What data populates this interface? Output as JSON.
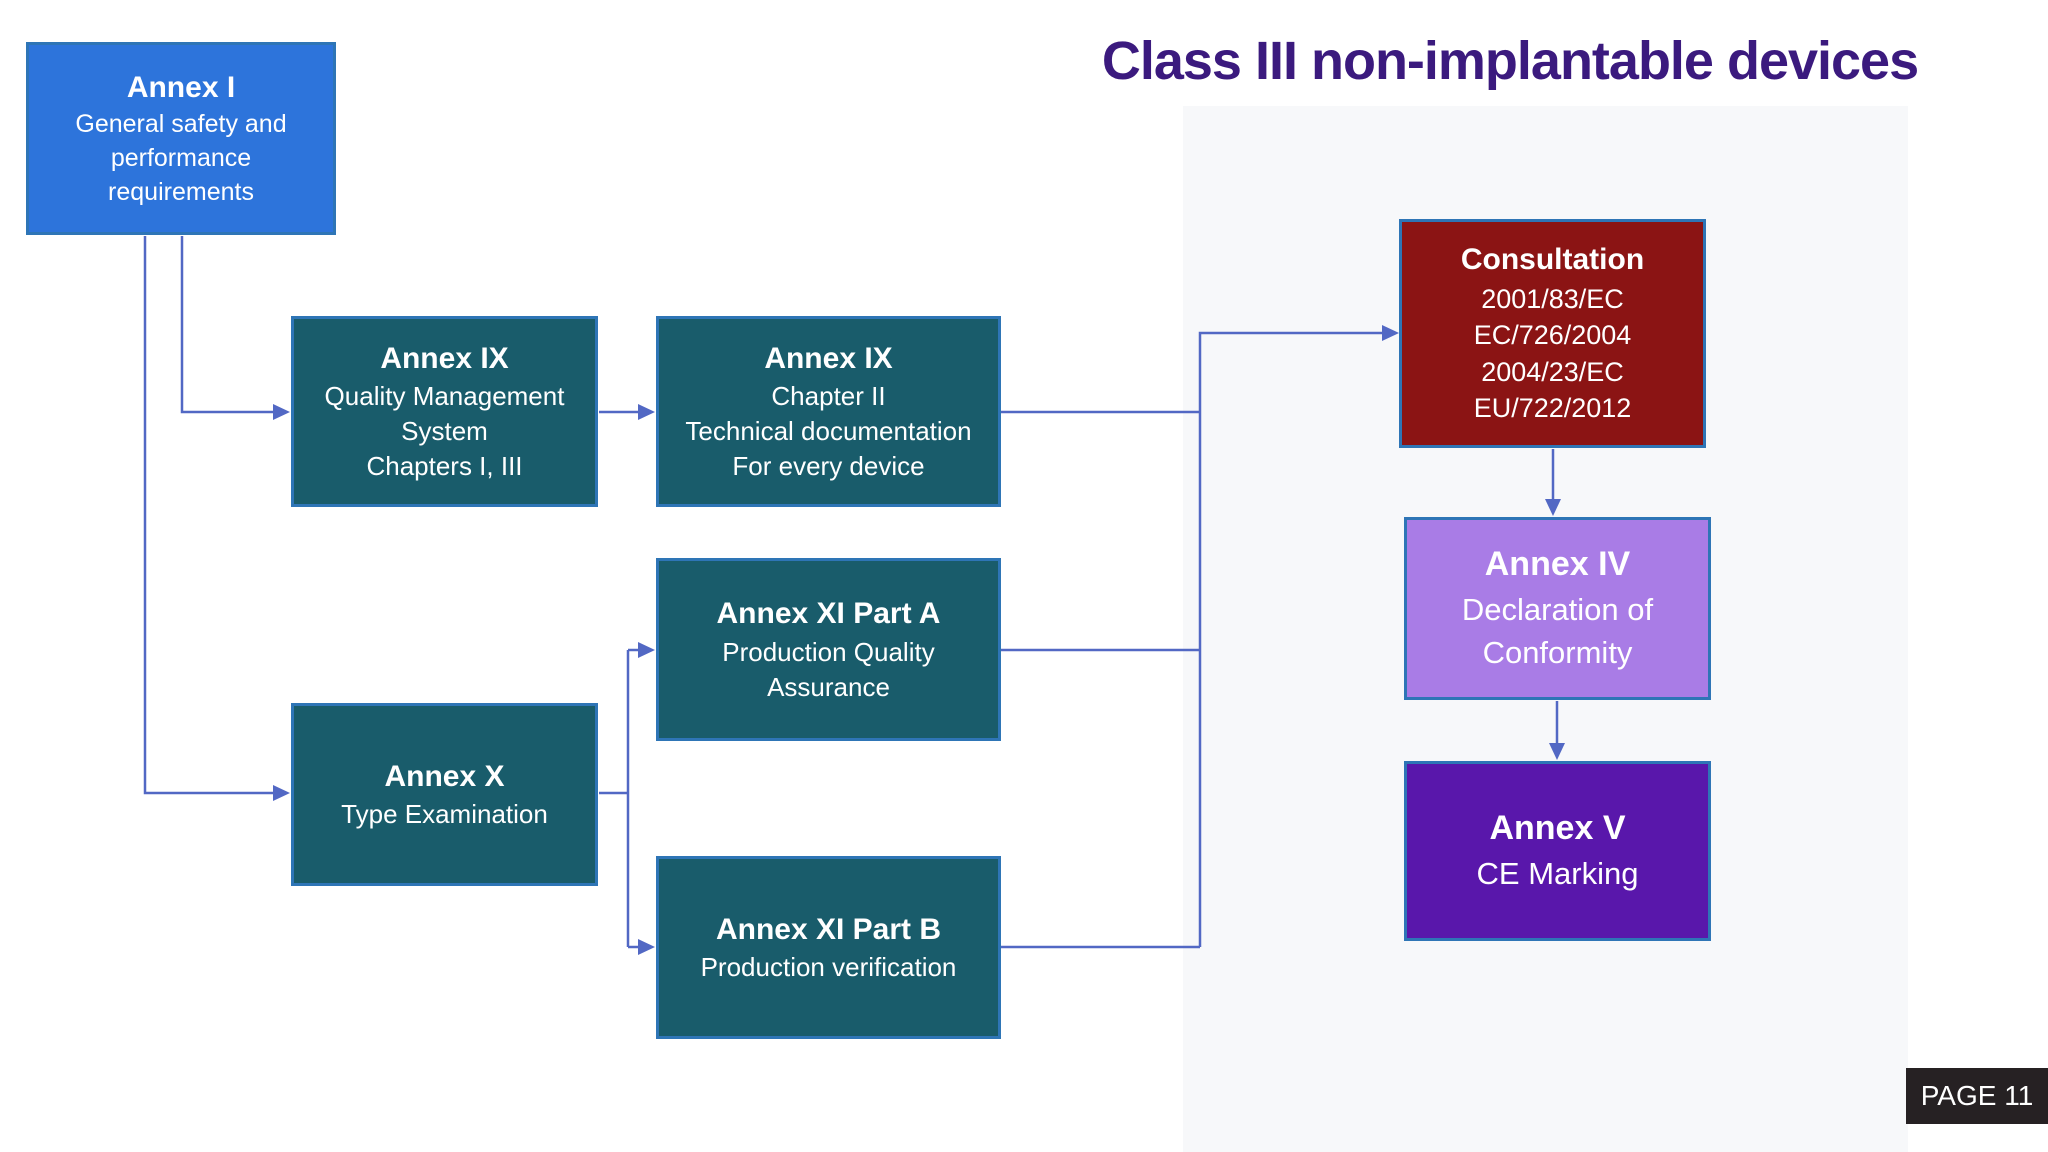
{
  "slide": {
    "title": "Class III non-implantable devices",
    "title_color": "#3B1A7E",
    "page_label": "PAGE 11"
  },
  "palette": {
    "blue_box": "#2D74DB",
    "teal_box": "#195C6B",
    "red_box": "#8B1414",
    "light_purple_box": "#A97CE6",
    "purple_box": "#5917AB",
    "box_border": "#2E75B6",
    "connector": "#5268C4"
  },
  "boxes": [
    {
      "id": "annex-i",
      "title": "Annex I",
      "body": "General safety and\nperformance\nrequirements",
      "bg": "#2D74DB"
    },
    {
      "id": "annex-ix-qms",
      "title": "Annex IX",
      "body": "Quality Management\nSystem\nChapters I, III",
      "bg": "#195C6B"
    },
    {
      "id": "annex-ix-ch2",
      "title": "Annex IX",
      "body": "Chapter II\nTechnical documentation\nFor every device",
      "bg": "#195C6B"
    },
    {
      "id": "annex-xi-a",
      "title": "Annex XI Part A",
      "body": "Production Quality\nAssurance",
      "bg": "#195C6B"
    },
    {
      "id": "annex-x",
      "title": "Annex X",
      "body": "Type Examination",
      "bg": "#195C6B"
    },
    {
      "id": "annex-xi-b",
      "title": "Annex XI Part B",
      "body": "Production verification",
      "bg": "#195C6B"
    },
    {
      "id": "consultation",
      "title": "Consultation",
      "body": "2001/83/EC\nEC/726/2004\n2004/23/EC\nEU/722/2012",
      "bg": "#8B1414"
    },
    {
      "id": "annex-iv",
      "title": "Annex IV",
      "body": "Declaration of\nConformity",
      "bg": "#A97CE6"
    },
    {
      "id": "annex-v",
      "title": "Annex V",
      "body": "CE Marking",
      "bg": "#5917AB"
    }
  ]
}
